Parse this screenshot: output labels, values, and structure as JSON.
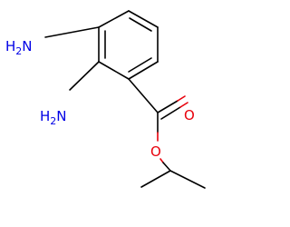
{
  "molecule": {
    "atoms": {
      "amine_upper": {
        "main": "H",
        "sub": "2",
        "tail": "N"
      },
      "amine_lower": {
        "main": "H",
        "sub": "2",
        "tail": "N"
      },
      "carbonyl_oxygen": "O",
      "ester_oxygen": "O"
    },
    "colors": {
      "bond": "#000000",
      "nitrogen": "#0000e6",
      "oxygen": "#e8000b",
      "background": "#ffffff"
    }
  }
}
